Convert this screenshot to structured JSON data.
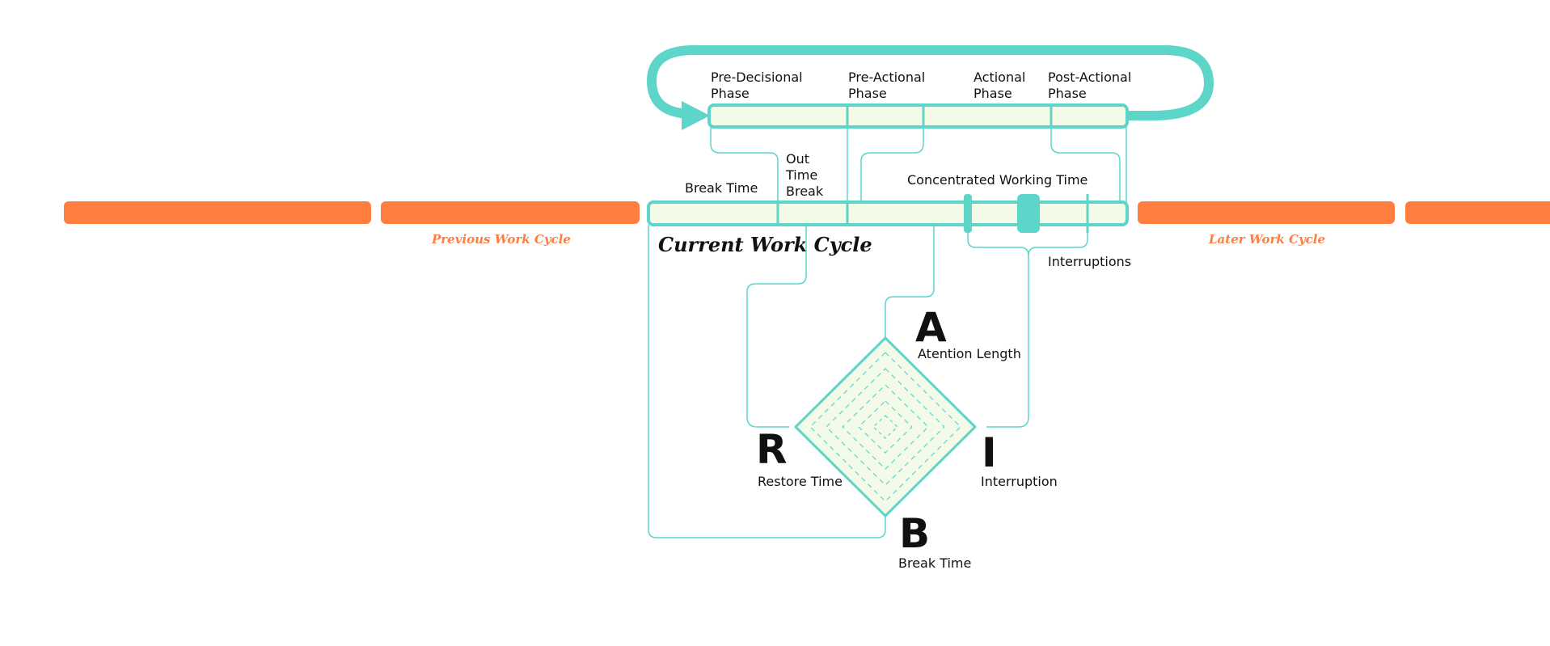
{
  "colors": {
    "teal": "#5dd5c8",
    "orange": "#ff7d3f",
    "pale_fill": "#f3fbe8",
    "text": "#111111"
  },
  "phases": {
    "pre_decisional": [
      "Pre-Decisional",
      "Phase"
    ],
    "pre_actional": [
      "Pre-Actional",
      "Phase"
    ],
    "actional": [
      "Actional",
      "Phase"
    ],
    "post_actional": [
      "Post-Actional",
      "Phase"
    ]
  },
  "work_cycle": {
    "break_time": "Break Time",
    "out_time_break": [
      "Out",
      "Time",
      "Break"
    ],
    "concentrated": "Concentrated Working Time",
    "current": "Current Work Cycle",
    "previous": "Previous Work Cycle",
    "later": "Later Work Cycle",
    "interruptions": "Interruptions"
  },
  "rabi": {
    "a_letter": "A",
    "a_label": "Atention Length",
    "r_letter": "R",
    "r_label": "Restore Time",
    "i_letter": "I",
    "i_label": "Interruption",
    "b_letter": "B",
    "b_label": "Break Time"
  }
}
